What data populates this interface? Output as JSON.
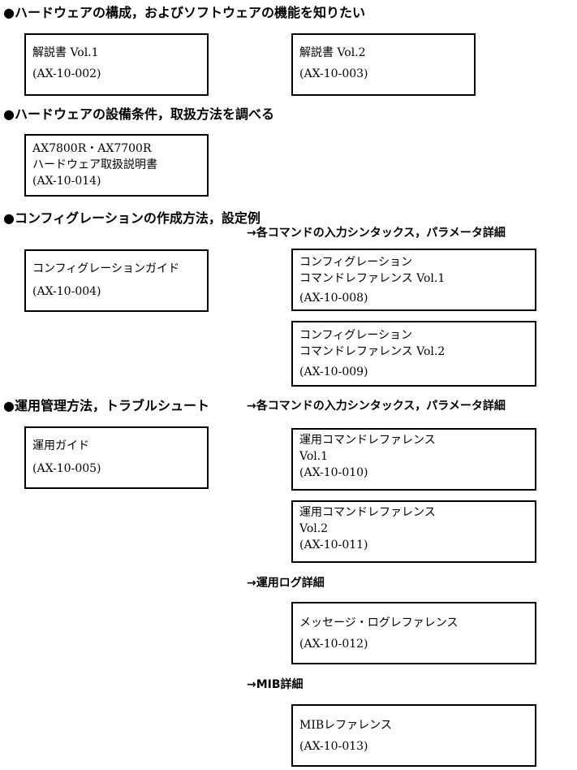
{
  "sections": {
    "hardware": {
      "heading": "●ハードウェアの構成，およびソフトウェアの機能を知りたい"
    },
    "install": {
      "heading": "●ハードウェアの設備条件，取扱方法を調べる"
    },
    "config": {
      "heading": "●コンフィグレーションの作成方法，設定例",
      "arrow": "→各コマンドの入力シンタックス，パラメータ詳細"
    },
    "ops": {
      "heading": "●運用管理方法，トラブルシュート",
      "arrow": "→各コマンドの入力シンタックス，パラメータ詳細",
      "arrow_log": "→運用ログ詳細",
      "arrow_mib": "→MIB詳細"
    }
  },
  "manuals": {
    "desc1": {
      "title": "解説書 Vol.1",
      "code": "(AX-10-002)"
    },
    "desc2": {
      "title": "解説書 Vol.2",
      "code": "(AX-10-003)"
    },
    "hw": {
      "line1": "AX7800R・AX7700R",
      "line2": "ハードウェア取扱説明書",
      "code": "(AX-10-014)"
    },
    "cfgguide": {
      "title": "コンフィグレーションガイド",
      "code": "(AX-10-004)"
    },
    "cfgref1": {
      "line1": "コンフィグレーション",
      "line2": "コマンドレファレンス Vol.1",
      "code": "(AX-10-008)"
    },
    "cfgref2": {
      "line1": "コンフィグレーション",
      "line2": "コマンドレファレンス Vol.2",
      "code": "(AX-10-009)"
    },
    "opsguide": {
      "title": "運用ガイド",
      "code": "(AX-10-005)"
    },
    "opsref1": {
      "line1": "運用コマンドレファレンス",
      "line2": "Vol.1",
      "code": "(AX-10-010)"
    },
    "opsref2": {
      "line1": "運用コマンドレファレンス",
      "line2": "Vol.2",
      "code": "(AX-10-011)"
    },
    "msglog": {
      "title": "メッセージ・ログレファレンス",
      "code": "(AX-10-012)"
    },
    "mib": {
      "title": "MIBレファレンス",
      "code": "(AX-10-013)"
    }
  }
}
